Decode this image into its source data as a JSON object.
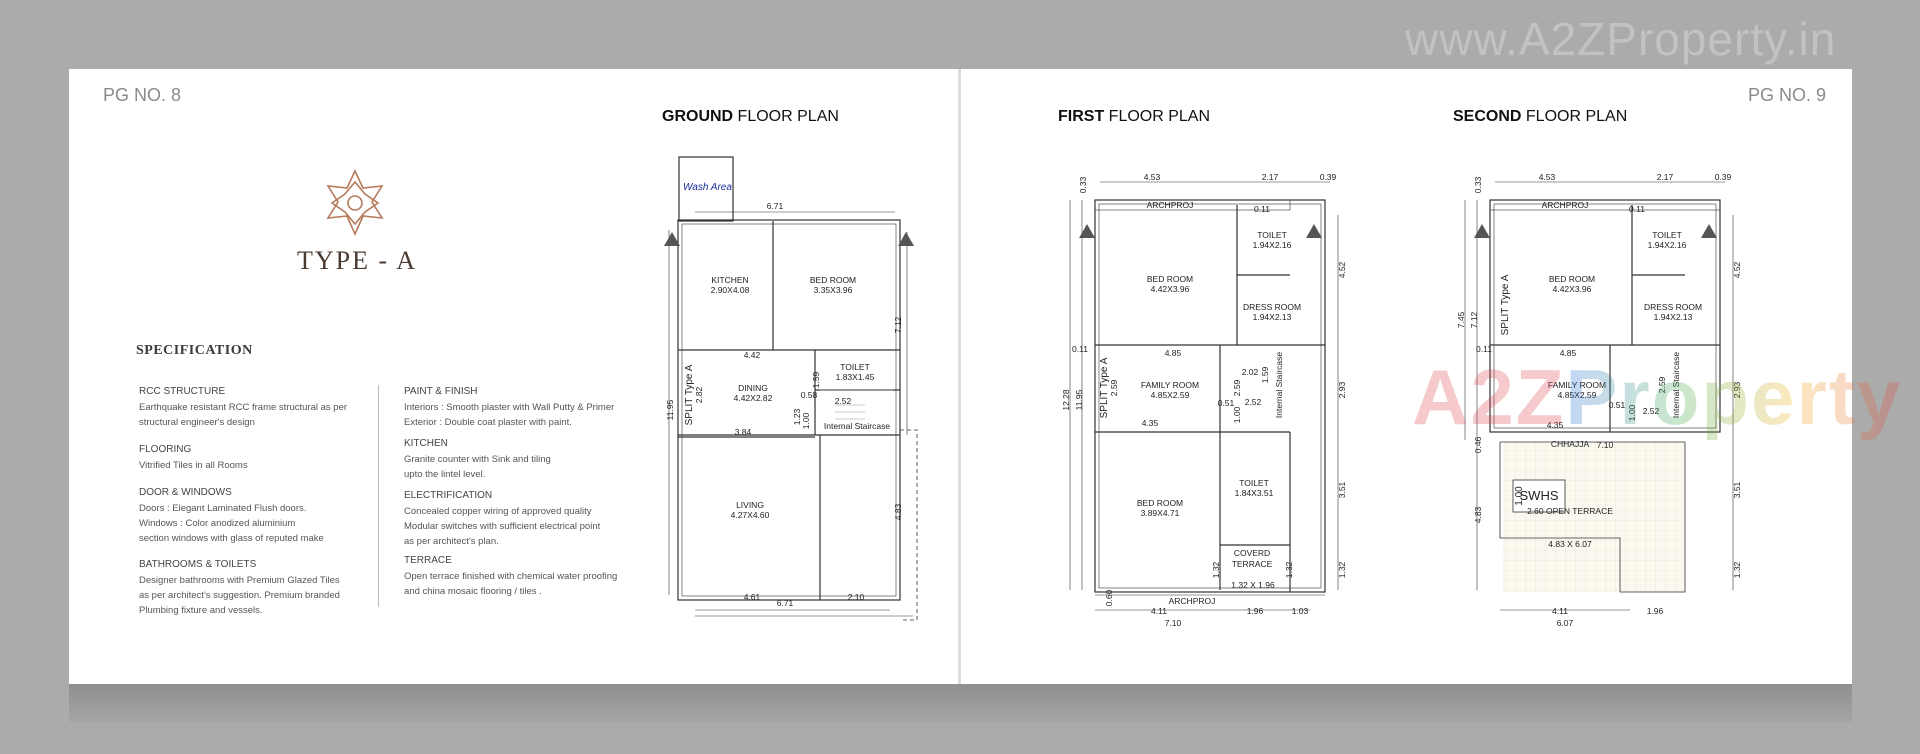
{
  "watermark_url": "www.A2ZProperty.in",
  "watermark_brand": {
    "a1": "A",
    "two": "2",
    "z": "Z",
    "rest": "Property"
  },
  "left_page": {
    "page_number": "PG NO. 8",
    "logo_title": "TYPE - A",
    "specification": {
      "title": "SPECIFICATION",
      "col1": [
        {
          "heading": "RCC STRUCTURE",
          "lines": [
            "Earthquake resistant RCC frame structural as per",
            "structural engineer's design"
          ]
        },
        {
          "heading": "FLOORING",
          "lines": [
            "Vitrified Tiles in all Rooms"
          ]
        },
        {
          "heading": "DOOR & WINDOWS",
          "lines": [
            "Doors : Elegant Laminated Flush doors.",
            "Windows : Color anodized aluminium",
            "section windows with glass of reputed make"
          ]
        },
        {
          "heading": "BATHROOMS & TOILETS",
          "lines": [
            "Designer bathrooms with Premium Glazed Tiles",
            "as per architect's suggestion. Premium branded",
            "Plumbing fixture and vessels."
          ]
        }
      ],
      "col2": [
        {
          "heading": "PAINT & FINISH",
          "lines": [
            "Interiors : Smooth plaster with Wall Putty & Primer",
            "Exterior : Double coat plaster with paint."
          ]
        },
        {
          "heading": "KITCHEN",
          "lines": [
            "Granite counter with Sink and tiling",
            "upto the lintel level."
          ]
        },
        {
          "heading": "ELECTRIFICATION",
          "lines": [
            "Concealed copper wiring of approved quality",
            "Modular switches with sufficient electrical point",
            "as per architect's plan."
          ]
        },
        {
          "heading": "TERRACE",
          "lines": [
            "Open terrace finished with chemical water proofing",
            "and china mosaic flooring / tiles ."
          ]
        }
      ]
    },
    "ground_plan": {
      "title_bold": "GROUND",
      "title_rest": " FLOOR PLAN",
      "wash_area": "Wash Area",
      "kitchen": {
        "name": "KITCHEN",
        "dims": "2.90X4.08"
      },
      "bedroom": {
        "name": "BED ROOM",
        "dims": "3.35X3.96"
      },
      "dining": {
        "name": "DINING",
        "dims": "4.42X2.82"
      },
      "toilet": {
        "name": "TOILET",
        "dims": "1.83X1.45"
      },
      "living": {
        "name": "LIVING",
        "dims": "4.27X4.60"
      },
      "staircase": "Internal Staircase",
      "split": "SPLIT Type A",
      "dims": {
        "top": "6.71",
        "bottom_total": "6.71",
        "bottom_a": "4.61",
        "bottom_b": "2.10",
        "left": "11.95",
        "right_a": "7.12",
        "right_b": "4.83",
        "d442": "4.42",
        "d384": "3.84",
        "d282": "2.82",
        "d159": "1.59",
        "d058": "0.58",
        "d123": "1.23",
        "d100": "1.00",
        "d252": "2.52"
      }
    }
  },
  "right_page": {
    "page_number": "PG NO. 9",
    "first_plan": {
      "title_bold": "FIRST",
      "title_rest": " FLOOR PLAN",
      "archproj": "ARCHPROJ",
      "bedroom1": {
        "name": "BED ROOM",
        "dims": "4.42X3.96"
      },
      "toilet1": {
        "name": "TOILET",
        "dims": "1.94X2.16"
      },
      "dress": {
        "name": "DRESS ROOM",
        "dims": "1.94X2.13"
      },
      "family": {
        "name": "FAMILY ROOM",
        "dims": "4.85X2.59"
      },
      "bedroom2": {
        "name": "BED ROOM",
        "dims": "3.89X4.71"
      },
      "toilet2": {
        "name": "TOILET",
        "dims": "1.84X3.51"
      },
      "coverd": {
        "line1": "COVERD",
        "line2": "TERRACE",
        "dims": "1.32 X 1.96"
      },
      "staircase": "Internal Staircase",
      "split": "SPLIT Type A",
      "dims": {
        "t1": "4.53",
        "t2": "2.17",
        "t3": "0.39",
        "t0": "0.33",
        "l1": "12.28",
        "l2": "11.95",
        "r1": "4.52",
        "r2": "2.93",
        "r3": "3.51",
        "r4": "1.32",
        "b1": "4.11",
        "b2": "1.96",
        "b3": "1.03",
        "b4": "7.10",
        "d485": "4.85",
        "d435": "4.35",
        "d011": "0.11",
        "d011b": "0.11",
        "d202": "2.02",
        "d252": "2.52",
        "d051": "0.51",
        "d159": "1.59",
        "d060": "0.60",
        "d259": "2.59",
        "d132": "1.32",
        "d100": "1.00"
      }
    },
    "second_plan": {
      "title_bold": "SECOND",
      "title_rest": " FLOOR PLAN",
      "archproj": "ARCHPROJ",
      "bedroom": {
        "name": "BED ROOM",
        "dims": "4.42X3.96"
      },
      "toilet": {
        "name": "TOILET",
        "dims": "1.94X2.16"
      },
      "dress": {
        "name": "DRESS ROOM",
        "dims": "1.94X2.13"
      },
      "family": {
        "name": "FAMILY ROOM",
        "dims": "4.85X2.59"
      },
      "chhajja": "CHHAJJA",
      "swhs": "SWHS",
      "terrace": "2.60 OPEN TERRACE",
      "terrace_dims": "4.83 X 6.07",
      "staircase": "Internal Staircase",
      "split": "SPLIT Type A",
      "dims": {
        "t1": "4.53",
        "t2": "2.17",
        "t3": "0.39",
        "t0": "0.33",
        "l1": "7.45",
        "l2": "7.12",
        "r1": "4.52",
        "r2": "2.93",
        "r3": "3.51",
        "r4": "1.32",
        "b1": "4.11",
        "b2": "1.96",
        "b3": "6.07",
        "d485": "4.85",
        "d435": "4.35",
        "d710": "7.10",
        "d011": "0.11",
        "d011b": "0.11",
        "d046": "0.46",
        "d483": "4.83",
        "d100": "1.00",
        "d051": "0.51",
        "d252": "2.52",
        "d259": "2.59",
        "d100b": "1.00"
      }
    }
  }
}
